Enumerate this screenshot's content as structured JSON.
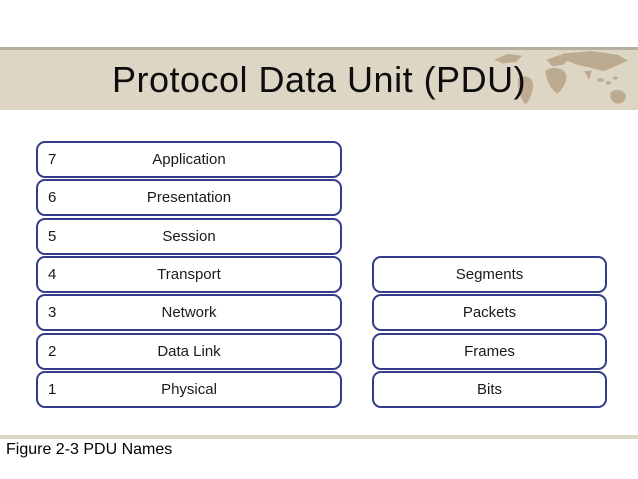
{
  "slide": {
    "title": "Protocol Data Unit (PDU)",
    "caption": "Figure 2-3 PDU Names"
  },
  "colors": {
    "banner_background": "#ded6c5",
    "banner_top_line": "#b6aea1",
    "box_border": "#343b8a",
    "world_map_fill": "#bcab91",
    "title_text": "#0d0d0d",
    "body_text": "#1a1a1a"
  },
  "osi_layers": [
    {
      "number": "7",
      "label": "Application"
    },
    {
      "number": "6",
      "label": "Presentation"
    },
    {
      "number": "5",
      "label": "Session"
    },
    {
      "number": "4",
      "label": "Transport"
    },
    {
      "number": "3",
      "label": "Network"
    },
    {
      "number": "2",
      "label": "Data Link"
    },
    {
      "number": "1",
      "label": "Physical"
    }
  ],
  "pdu_names": [
    {
      "label": "Segments"
    },
    {
      "label": "Packets"
    },
    {
      "label": "Frames"
    },
    {
      "label": "Bits"
    }
  ]
}
